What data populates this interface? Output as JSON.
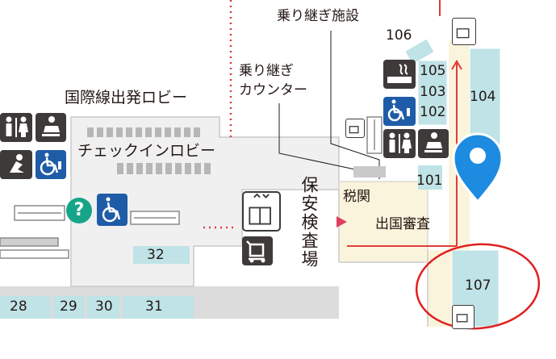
{
  "areas": {
    "departure_lobby": "国際線出発ロビー",
    "checkin_lobby": "チェックインロビー",
    "transfer_facility": "乗り継ぎ施設",
    "transfer_counter_line1": "乗り継ぎ",
    "transfer_counter_line2": "カウンター",
    "security": "保安検査場",
    "customs": "税関",
    "immigration": "出国審査"
  },
  "gates": {
    "g101": "101",
    "g102": "102",
    "g103": "103",
    "g104": "104",
    "g105": "105",
    "g106": "106",
    "g107": "107",
    "g28": "28",
    "g29": "29",
    "g30": "30",
    "g31": "31",
    "g32": "32"
  },
  "icons": [
    "toilet-icon",
    "nursing-room-icon",
    "prayer-room-icon",
    "accessible-icon",
    "information-icon",
    "elevator-icon",
    "baggage-cart-icon",
    "smoking-room-icon",
    "location-pin-icon"
  ],
  "colors": {
    "gate_cyan": "#bfe3e6",
    "floor_beige": "#fbf4dc",
    "wall_gray": "#e9e9e9",
    "route_red": "#e03c3c",
    "pin_blue": "#1d8be0",
    "highlight_circle": "#e02020"
  }
}
